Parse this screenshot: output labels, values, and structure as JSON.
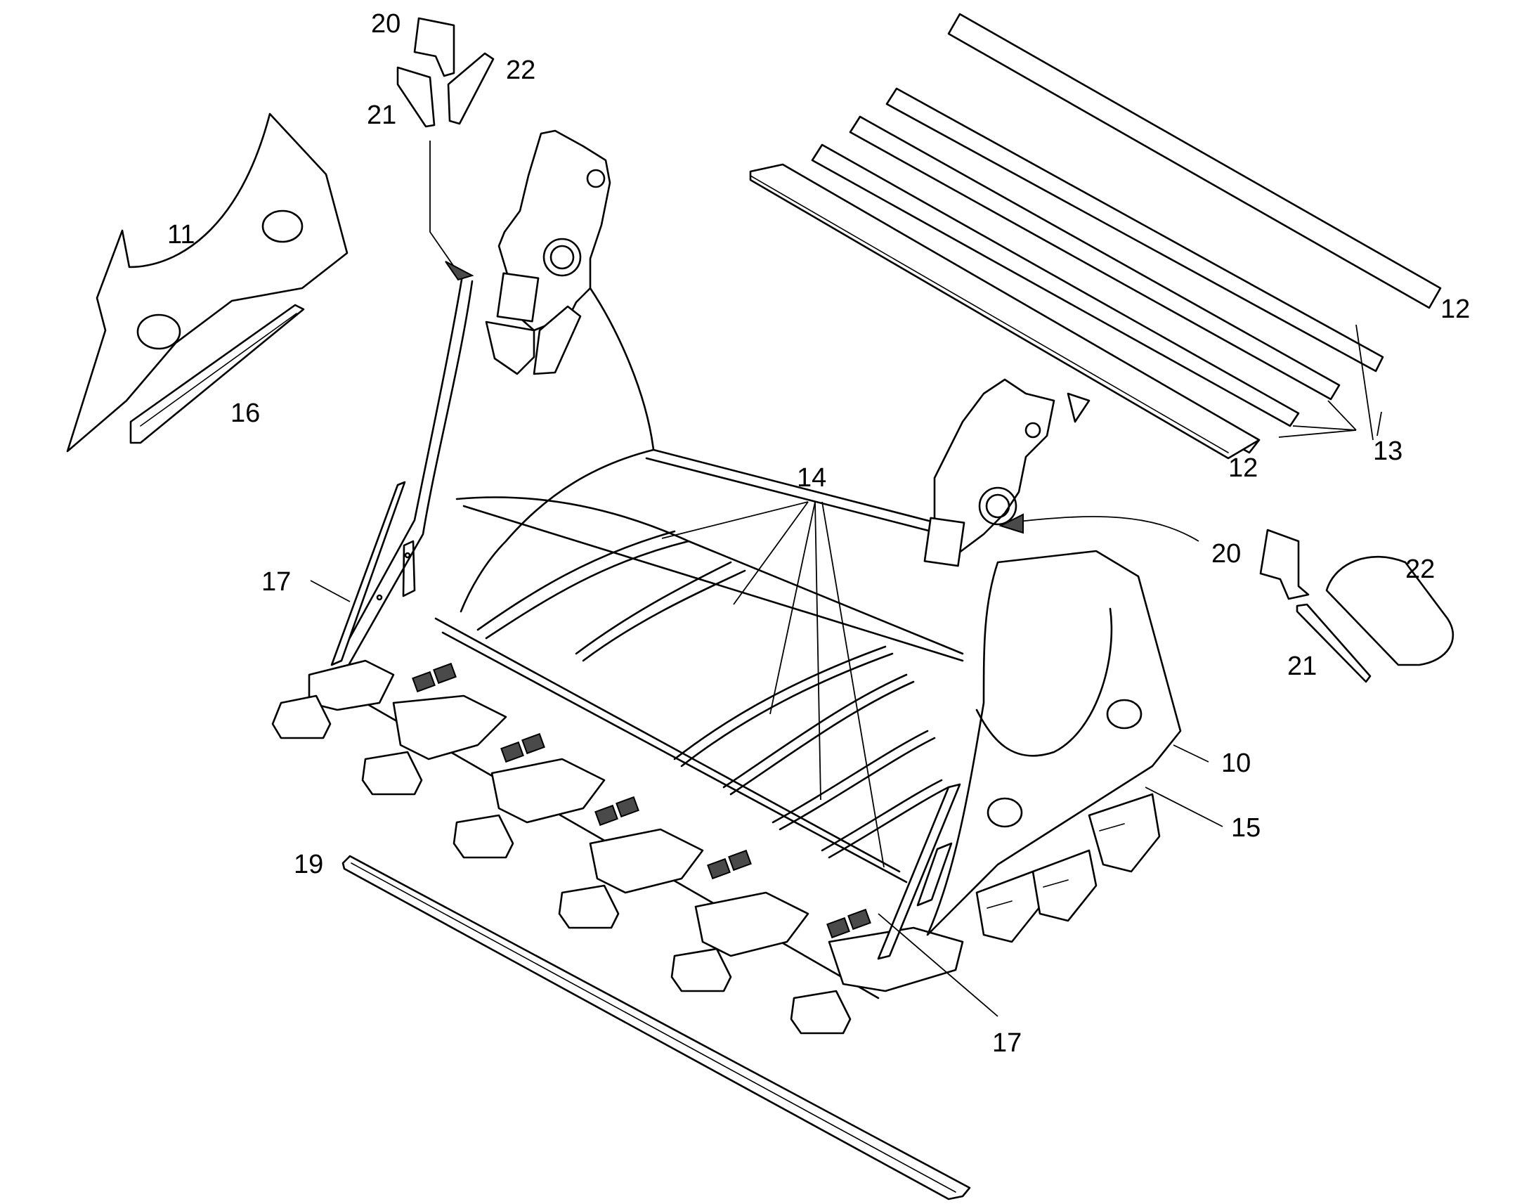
{
  "callouts": [
    {
      "id": "c20a",
      "text": "20"
    },
    {
      "id": "c22a",
      "text": "22"
    },
    {
      "id": "c21a",
      "text": "21"
    },
    {
      "id": "c11",
      "text": "11"
    },
    {
      "id": "c16",
      "text": "16"
    },
    {
      "id": "c12a",
      "text": "12"
    },
    {
      "id": "c12b",
      "text": "12"
    },
    {
      "id": "c13",
      "text": "13"
    },
    {
      "id": "c14",
      "text": "14"
    },
    {
      "id": "c17a",
      "text": "17"
    },
    {
      "id": "c20b",
      "text": "20"
    },
    {
      "id": "c22b",
      "text": "22"
    },
    {
      "id": "c21b",
      "text": "21"
    },
    {
      "id": "c10",
      "text": "10"
    },
    {
      "id": "c15",
      "text": "15"
    },
    {
      "id": "c19",
      "text": "19"
    },
    {
      "id": "c17b",
      "text": "17"
    }
  ]
}
